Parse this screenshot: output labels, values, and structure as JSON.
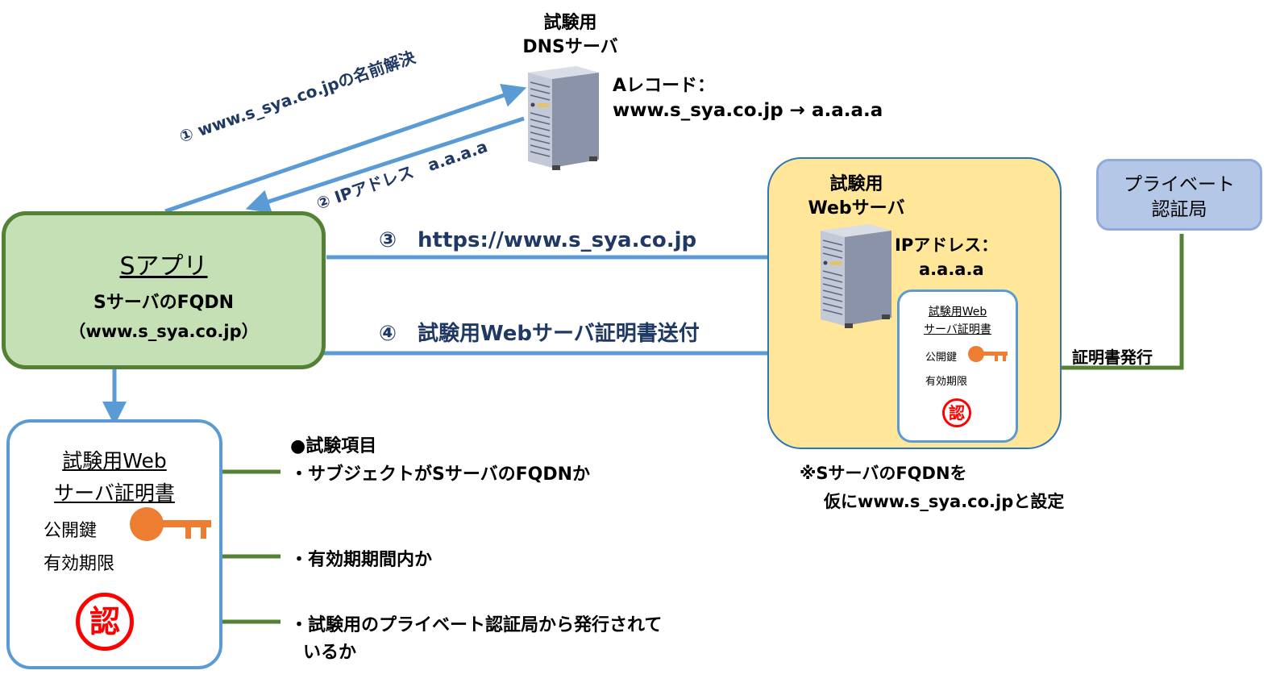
{
  "dns": {
    "title_line1": "試験用",
    "title_line2": "DNSサーバ",
    "record_label": "Aレコード：",
    "record_value": "www.s_sya.co.jp → a.a.a.a"
  },
  "web": {
    "title_line1": "試験用",
    "title_line2": "Webサーバ",
    "ip_label": "IPアドレス：",
    "ip_value": "a.a.a.a",
    "cert": {
      "title_line1": "試験用Web",
      "title_line2": "サーバ証明書",
      "pubkey": "公開鍵",
      "validity": "有効期限",
      "seal": "認"
    }
  },
  "ca": {
    "line1": "プライベート",
    "line2": "認証局",
    "issue_label": "証明書発行"
  },
  "app": {
    "title": "Sアプリ",
    "line1": "SサーバのFQDN",
    "line2": "（www.s_sya.co.jp）"
  },
  "steps": {
    "s1": "① www.s_sya.co.jpの名前解決",
    "s2": "② IPアドレス　a.a.a.a",
    "s3": "③　https://www.s_sya.co.jp",
    "s4": "④　試験用Webサーバ証明書送付"
  },
  "bigcert": {
    "title_line1": "試験用Web",
    "title_line2": "サーバ証明書",
    "pubkey": "公開鍵",
    "validity": "有効期限",
    "seal": "認"
  },
  "tests": {
    "heading": "●試験項目",
    "item1": "・サブジェクトがSサーバのFQDNか",
    "item2": "・有効期期間内か",
    "item3_line1": "・試験用のプライベート認証局から発行されて",
    "item3_line2": "いるか"
  },
  "note": {
    "line1": "※SサーバのFQDNを",
    "line2": "仮にwww.s_sya.co.jpと設定"
  },
  "colors": {
    "blue_arrow": "#5b9bd5",
    "green_arrow": "#548235",
    "app_fill": "#c5e0b4",
    "app_border": "#538135",
    "web_fill": "#ffe699",
    "ca_fill": "#b4c7e7",
    "key": "#ed7d31",
    "seal": "#ff0000",
    "navy_text": "#1f3864"
  }
}
